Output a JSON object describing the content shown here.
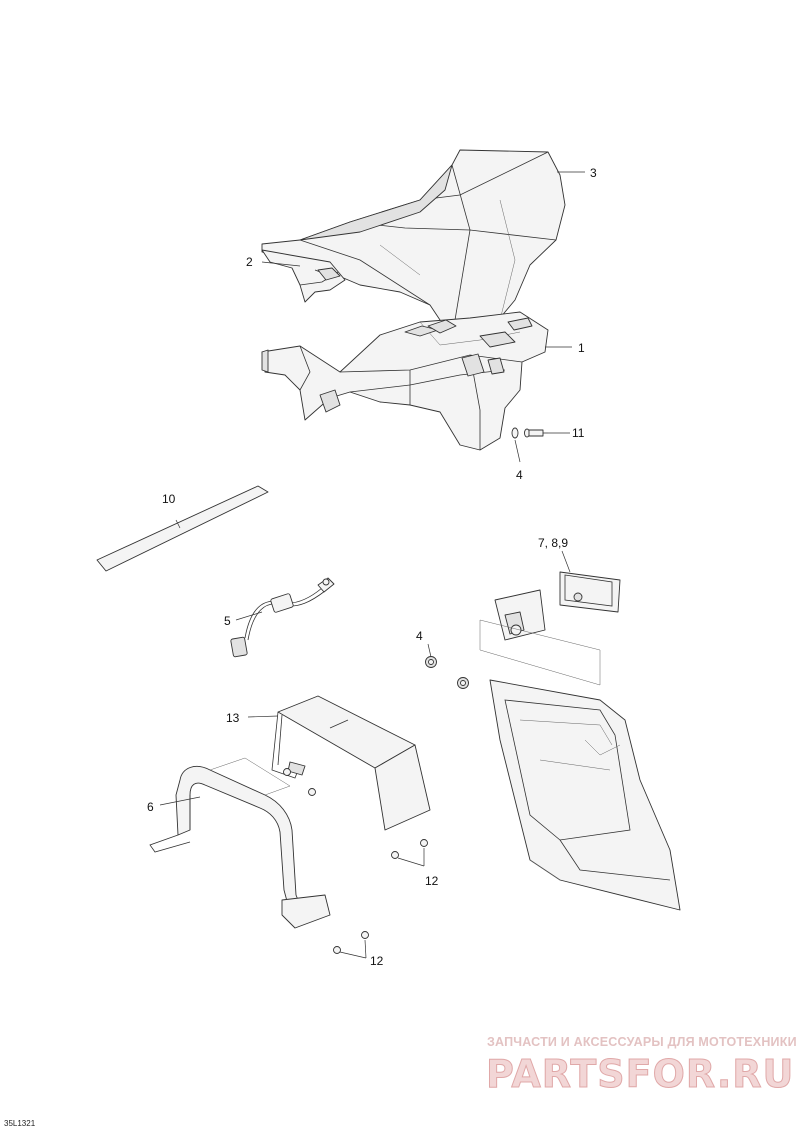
{
  "callouts": {
    "c1": "1",
    "c2": "2",
    "c3": "3",
    "c4a": "4",
    "c4b": "4",
    "c5": "5",
    "c6": "6",
    "c789": "7, 8,9",
    "c10": "10",
    "c11": "11",
    "c12a": "12",
    "c12b": "12",
    "c13": "13"
  },
  "reference_code": "35L1321",
  "watermark": {
    "subtitle": "ЗАПЧАСТИ И АКСЕССУАРЫ ДЛЯ МОТОТЕХНИКИ",
    "logo": "PARTSFOR.RU"
  },
  "colors": {
    "line": "#333333",
    "watermark": "#e0a8a8"
  }
}
